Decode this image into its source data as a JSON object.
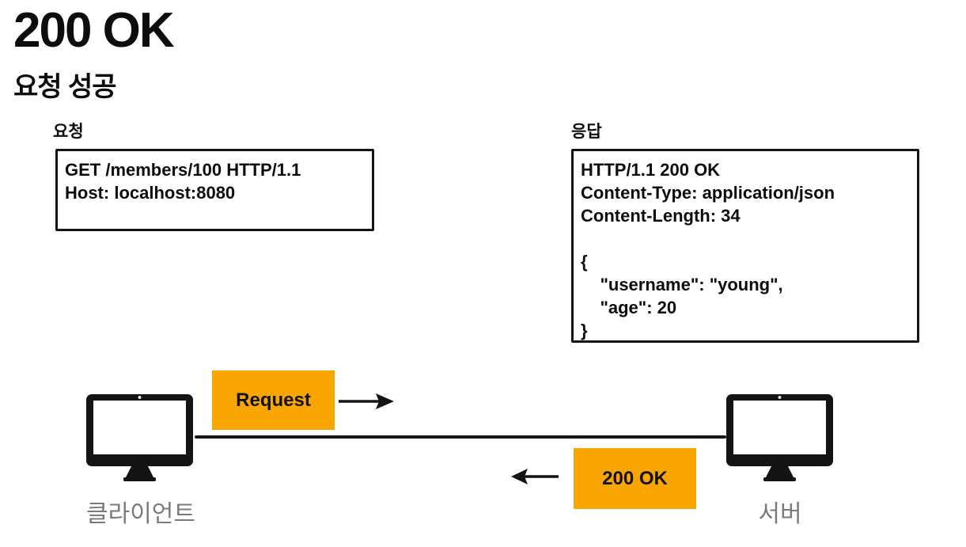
{
  "page": {
    "title": "200 OK",
    "subtitle": "요청 성공"
  },
  "request_panel": {
    "label": "요청",
    "lines": [
      "GET /members/100 HTTP/1.1",
      "Host: localhost:8080"
    ]
  },
  "response_panel": {
    "label": "응답",
    "lines": [
      "HTTP/1.1 200 OK",
      "Content-Type: application/json",
      "Content-Length: 34",
      "",
      "{",
      "    \"username\": \"young\",",
      "    \"age\": 20",
      "}"
    ]
  },
  "flow": {
    "request_badge": "Request",
    "response_badge": "200 OK",
    "client_label": "클라이언트",
    "server_label": "서버"
  },
  "colors": {
    "badge_orange": "#F9A602",
    "ink_black": "#141414",
    "label_gray": "#7b7b7b"
  }
}
